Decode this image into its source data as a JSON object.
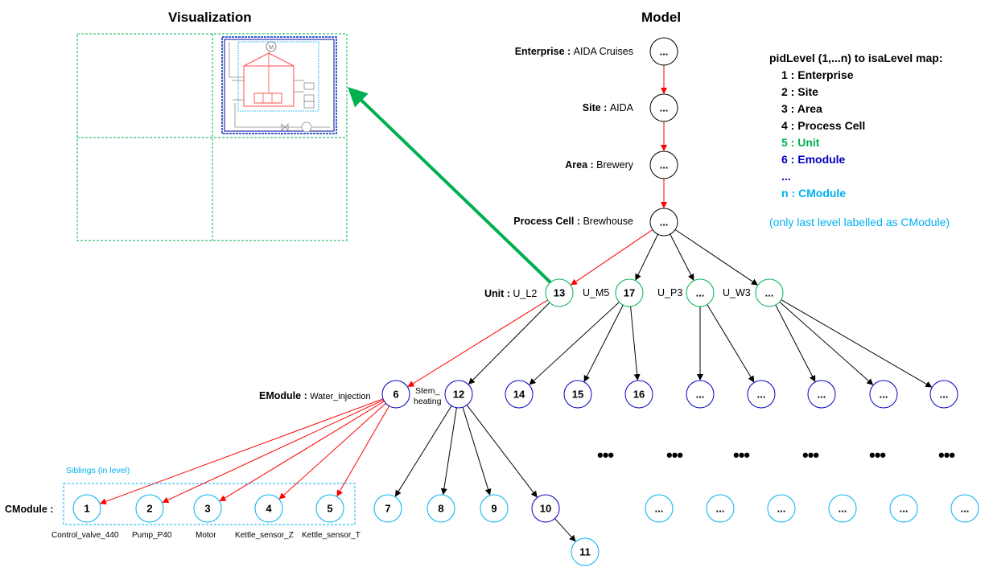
{
  "titles": {
    "visualization": "Visualization",
    "model": "Model"
  },
  "hierarchy": [
    {
      "key": "Enterprise",
      "value": "AIDA Cruises",
      "node": "..."
    },
    {
      "key": "Site",
      "value": "AIDA",
      "node": "..."
    },
    {
      "key": "Area",
      "value": "Brewery",
      "node": "..."
    },
    {
      "key": "Process Cell",
      "value": "Brewhouse",
      "node": "..."
    }
  ],
  "unit_row": {
    "key": "Unit",
    "names": [
      "U_L2",
      "U_M5",
      "U_P3",
      "U_W3"
    ],
    "nodes": [
      "13",
      "17",
      "...",
      "..."
    ]
  },
  "emodule_row": {
    "key": "EModule",
    "first_name": "Water_injection",
    "second_name_line1": "Stem_",
    "second_name_line2": "heating",
    "nodes": [
      "6",
      "12",
      "14",
      "15",
      "16",
      "...",
      "...",
      "...",
      "...",
      "..."
    ]
  },
  "cmodule_row": {
    "key": "CModule",
    "nodes": [
      "1",
      "2",
      "3",
      "4",
      "5",
      "7",
      "8",
      "9",
      "10",
      "11",
      "...",
      "...",
      "...",
      "...",
      "...",
      "..."
    ],
    "names": [
      "Control_valve_440",
      "Pump_P40",
      "Motor",
      "Kettle_sensor_Z",
      "Kettle_sensor_T"
    ]
  },
  "siblings_label": "Siblings (in level)",
  "ellipsis": "•••",
  "legend": {
    "heading": "pidLevel (1,...n) to isaLevel map:",
    "rows": [
      "1 : Enterprise",
      "2 : Site",
      "3 : Area",
      "4 : Process Cell",
      "5 : Unit",
      "6 : Emodule",
      "...",
      "n : CModule"
    ],
    "note": "(only last level labelled as CModule)"
  },
  "colors": {
    "green": "#00b050",
    "blue": "#0000c0",
    "cyan": "#00b0f0",
    "red": "#ff0000",
    "black": "#000000"
  },
  "mini_motor_label": "M"
}
